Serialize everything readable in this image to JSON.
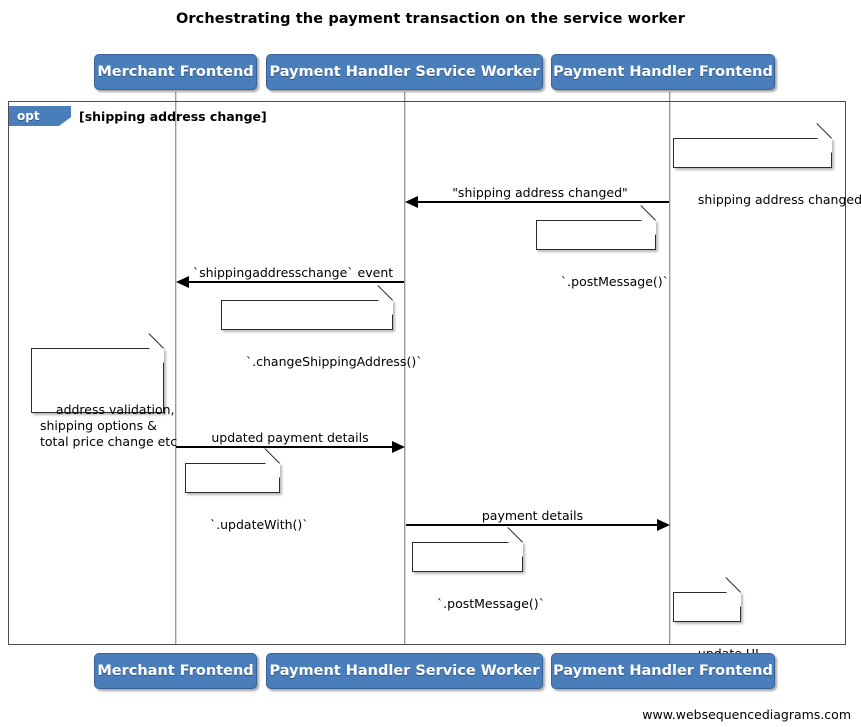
{
  "title": "Orchestrating the payment transaction on the service worker",
  "footer": "www.websequencediagrams.com",
  "participants": [
    {
      "id": "merchant-frontend",
      "label": "Merchant Frontend"
    },
    {
      "id": "payment-handler-service-worker",
      "label": "Payment Handler Service Worker"
    },
    {
      "id": "payment-handler-frontend",
      "label": "Payment Handler Frontend"
    }
  ],
  "fragment": {
    "type": "opt",
    "tag": "opt",
    "guard": "[shipping address change]"
  },
  "messages": [
    {
      "id": "msg-shipping-address-changed",
      "label": "\"shipping address changed\"",
      "direction": "left",
      "from": "payment-handler-frontend",
      "to": "payment-handler-service-worker"
    },
    {
      "id": "msg-shippingaddresschange-event",
      "label": "`shippingaddresschange` event",
      "direction": "left",
      "from": "payment-handler-service-worker",
      "to": "merchant-frontend"
    },
    {
      "id": "msg-updated-payment-details",
      "label": "updated payment details",
      "direction": "right",
      "from": "merchant-frontend",
      "to": "payment-handler-service-worker"
    },
    {
      "id": "msg-payment-details",
      "label": "payment details",
      "direction": "right",
      "from": "payment-handler-service-worker",
      "to": "payment-handler-frontend"
    }
  ],
  "notes": [
    {
      "id": "note-shipping-address-changed",
      "text": "shipping address changed"
    },
    {
      "id": "note-post-message-1",
      "text": "`.postMessage()`"
    },
    {
      "id": "note-change-shipping-address",
      "text": "`.changeShippingAddress()`"
    },
    {
      "id": "note-address-validation",
      "text": "address validation,\nshipping options &\ntotal price change etc"
    },
    {
      "id": "note-update-with",
      "text": "`.updateWith()`"
    },
    {
      "id": "note-post-message-2",
      "text": "`.postMessage()`"
    },
    {
      "id": "note-update-ui",
      "text": "update UI"
    }
  ],
  "colors": {
    "participant_fill": "#4a7ebb",
    "participant_border": "#3a6298",
    "frame_border": "#4d4d4d",
    "note_border": "#2b2b2b",
    "line": "#000000",
    "lifeline": "#9a9a9a"
  }
}
